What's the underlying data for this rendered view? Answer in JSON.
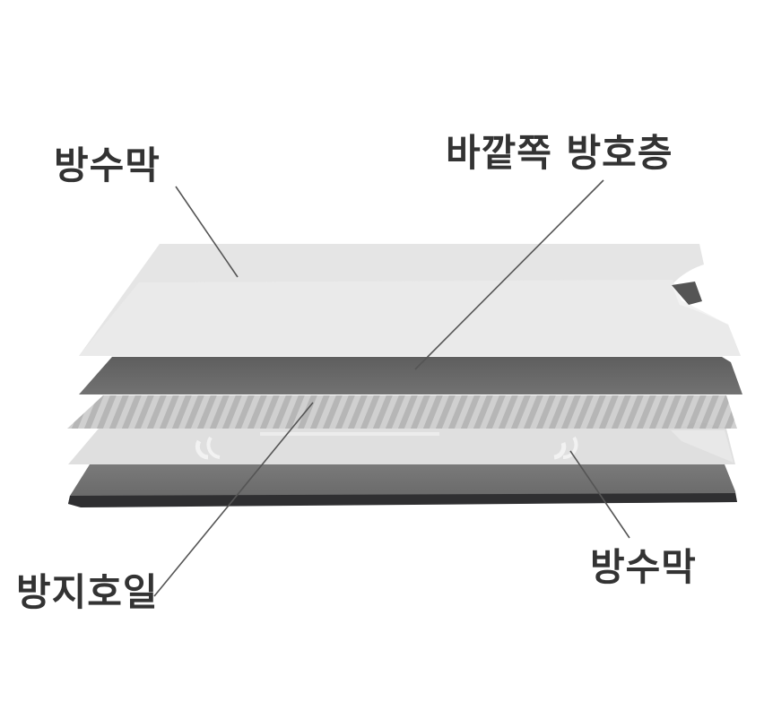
{
  "diagram": {
    "type": "exploded-layer-diagram",
    "labels": {
      "top_left": "방수막",
      "top_right": "바깥쪽 방호층",
      "bottom_left": "방지호일",
      "bottom_right": "방수막"
    },
    "layers": [
      {
        "name": "waterproof-film-top",
        "color": "#e6e6e6"
      },
      {
        "name": "outer-protective-layer",
        "color": "#6a6a6a"
      },
      {
        "name": "anti-magnetic-foil",
        "color": "#b4b4b4",
        "stripe_color": "#cfcfcf"
      },
      {
        "name": "waterproof-film-bottom",
        "color": "#dedede"
      },
      {
        "name": "base-layer",
        "color": "#6e6e6e",
        "edge_color": "#2e2e30"
      }
    ],
    "colors": {
      "label_text": "#333333",
      "leader_line": "#555555",
      "background": "#ffffff"
    }
  }
}
